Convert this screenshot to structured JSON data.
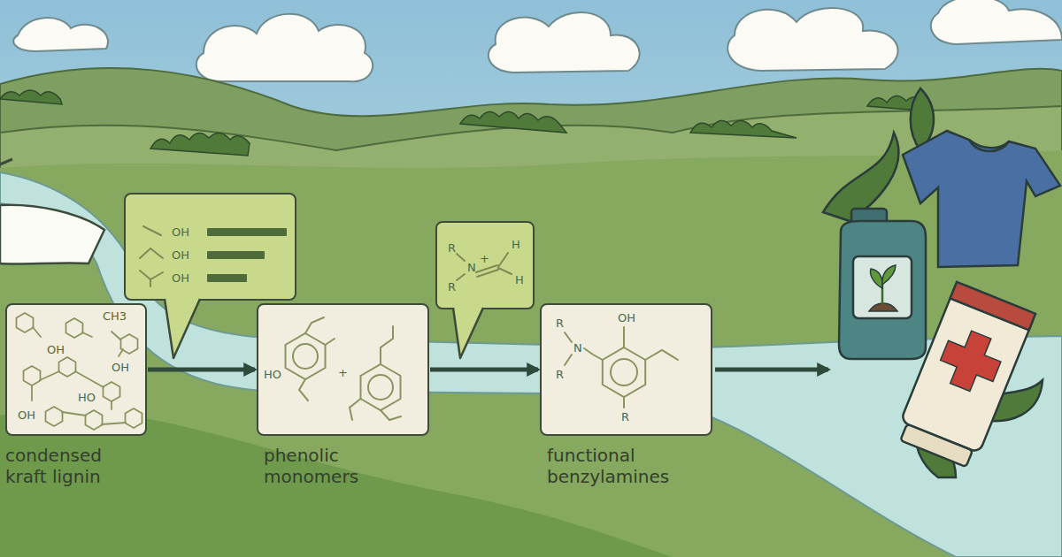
{
  "diagram": {
    "nodes": [
      {
        "text": [
          "condensed kraft lignin",
          "OH",
          "HO",
          "OH",
          "OH",
          "CH3"
        ]
      },
      {
        "text": [
          "OH",
          "OH",
          "OH"
        ]
      },
      {
        "text": [
          "phenolic monomers",
          "HO",
          "+"
        ]
      },
      {
        "text": [
          "R",
          "N",
          "+",
          "H",
          "R",
          "H"
        ]
      },
      {
        "text": [
          "functional benzylamines",
          "R",
          "N",
          "R",
          "OH",
          "R"
        ]
      }
    ],
    "edges": [
      {
        "from": 0,
        "to": 2,
        "arrow": "to"
      },
      {
        "from": 2,
        "to": 4,
        "arrow": "to"
      }
    ]
  }
}
